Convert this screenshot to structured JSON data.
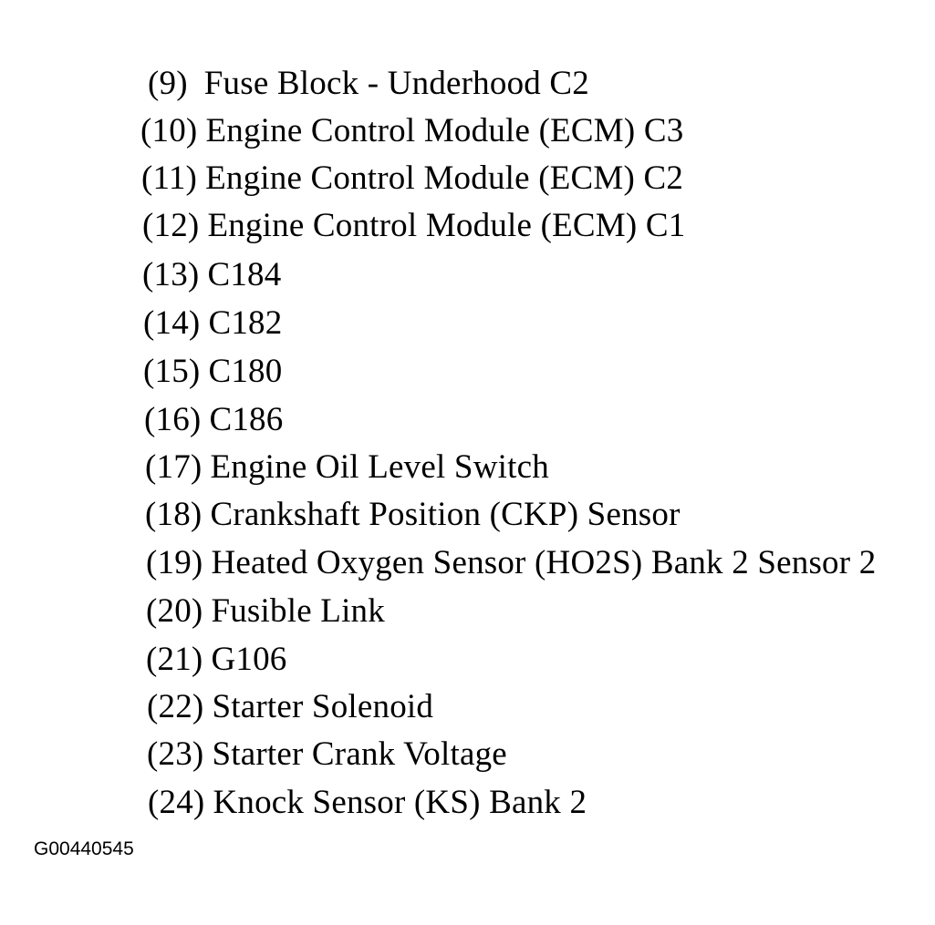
{
  "legend": {
    "items": [
      {
        "number": "(9)",
        "label": "Fuse Block - Underhood C2"
      },
      {
        "number": "(10)",
        "label": "Engine Control Module (ECM) C3"
      },
      {
        "number": "(11)",
        "label": "Engine Control Module (ECM) C2"
      },
      {
        "number": "(12)",
        "label": "Engine Control Module (ECM) C1"
      },
      {
        "number": "(13)",
        "label": "C184"
      },
      {
        "number": "(14)",
        "label": "C182"
      },
      {
        "number": "(15)",
        "label": "C180"
      },
      {
        "number": "(16)",
        "label": "C186"
      },
      {
        "number": "(17)",
        "label": "Engine Oil Level Switch"
      },
      {
        "number": "(18)",
        "label": "Crankshaft Position (CKP) Sensor"
      },
      {
        "number": "(19)",
        "label": "Heated Oxygen Sensor (HO2S) Bank 2 Sensor 2"
      },
      {
        "number": "(20)",
        "label": "Fusible Link"
      },
      {
        "number": "(21)",
        "label": "G106"
      },
      {
        "number": "(22)",
        "label": "Starter Solenoid"
      },
      {
        "number": "(23)",
        "label": "Starter Crank Voltage"
      },
      {
        "number": "(24)",
        "label": "Knock Sensor (KS) Bank 2"
      }
    ]
  },
  "figure_id": "G00440545"
}
